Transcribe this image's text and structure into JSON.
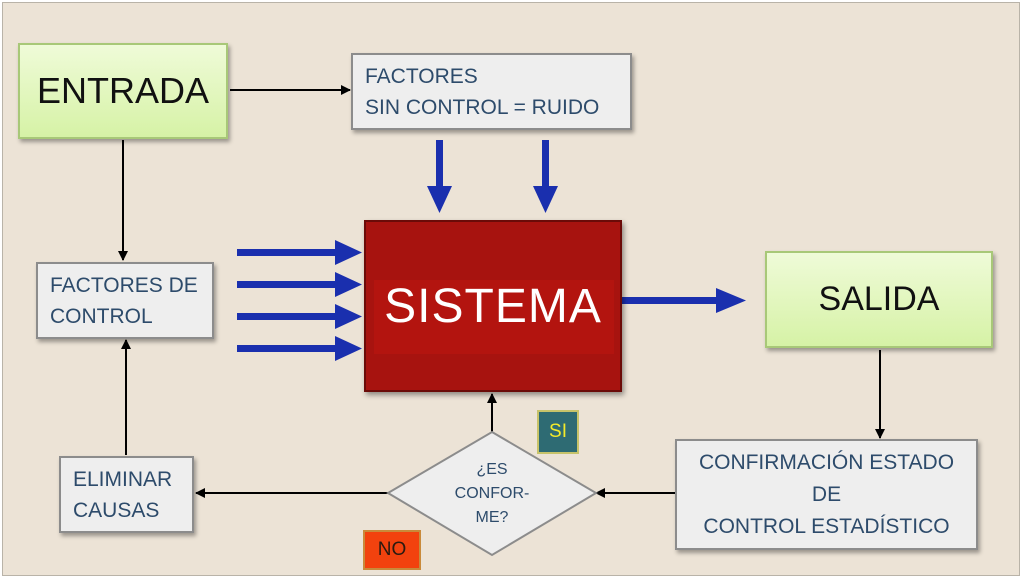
{
  "nodes": {
    "entrada": "ENTRADA",
    "factores_ruido": "FACTORES\nSIN CONTROL = RUIDO",
    "factores_control": "FACTORES DE\nCONTROL",
    "sistema": "SISTEMA",
    "salida": "SALIDA",
    "confirmacion": "CONFIRMACIÓN ESTADO\nDE\nCONTROL ESTADÍSTICO",
    "decision": "¿ES\nCONFOR-\nME?",
    "eliminar": "ELIMINAR\nCAUSAS"
  },
  "labels": {
    "si": "SI",
    "no": "NO"
  },
  "colors": {
    "background": "#ece3d6",
    "sistema": "#a7130f",
    "blue_arrow": "#1a2fae",
    "si_badge": "#2e6b73",
    "no_badge": "#f2420e",
    "green_box": "#d6f2a6"
  }
}
